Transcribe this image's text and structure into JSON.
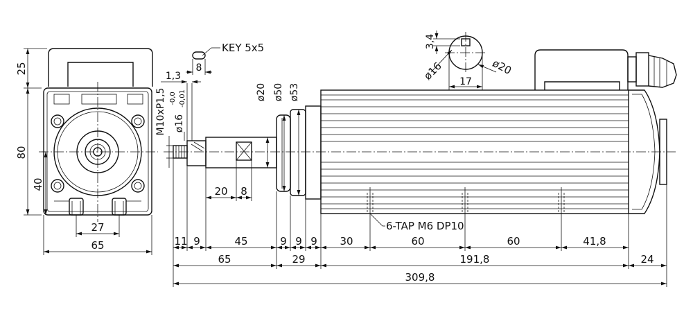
{
  "labels": {
    "key": "KEY 5x5",
    "key_width": "8",
    "d34": "3,4",
    "d16": "ø16",
    "d20_key": "ø20",
    "d17": "17",
    "d13": "1,3",
    "thread": "M10xP1,5",
    "tol_top": "-0,0",
    "tol_bottom": "-0,01",
    "tol_d16": "ø16",
    "d20": "ø20",
    "d50": "ø50",
    "d53": "ø53",
    "d25": "25",
    "d80": "80",
    "d40": "40",
    "d27": "27",
    "d65_front": "65",
    "d20_flat": "20",
    "d8_flat": "8",
    "tap": "6-TAP M6 DP10",
    "d11": "11",
    "d9a": "9",
    "d45": "45",
    "d9b": "9",
    "d9c": "9",
    "d9d": "9",
    "d30": "30",
    "d60a": "60",
    "d60b": "60",
    "d418": "41,8",
    "d65_side": "65",
    "d29": "29",
    "d1918": "191,8",
    "d24": "24",
    "d3098": "309,8"
  }
}
